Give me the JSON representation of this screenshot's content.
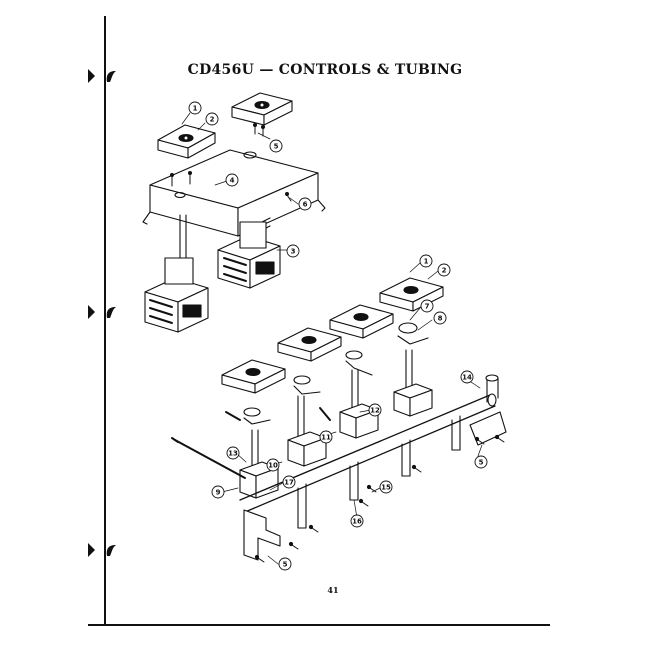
{
  "document": {
    "title": "CD456U — CONTROLS & TUBING",
    "page_number": "41"
  },
  "callouts": {
    "c1a": "1",
    "c2a": "2",
    "c5a": "5",
    "c4": "4",
    "c6": "6",
    "c3": "3",
    "c1b": "1",
    "c2b": "2",
    "c7": "7",
    "c8": "8",
    "c14": "14",
    "c12": "12",
    "c11": "11",
    "c10": "10",
    "c13": "13",
    "c9": "9",
    "c17": "17",
    "c15": "15",
    "c16": "16",
    "c5b": "5",
    "c5c": "5"
  }
}
